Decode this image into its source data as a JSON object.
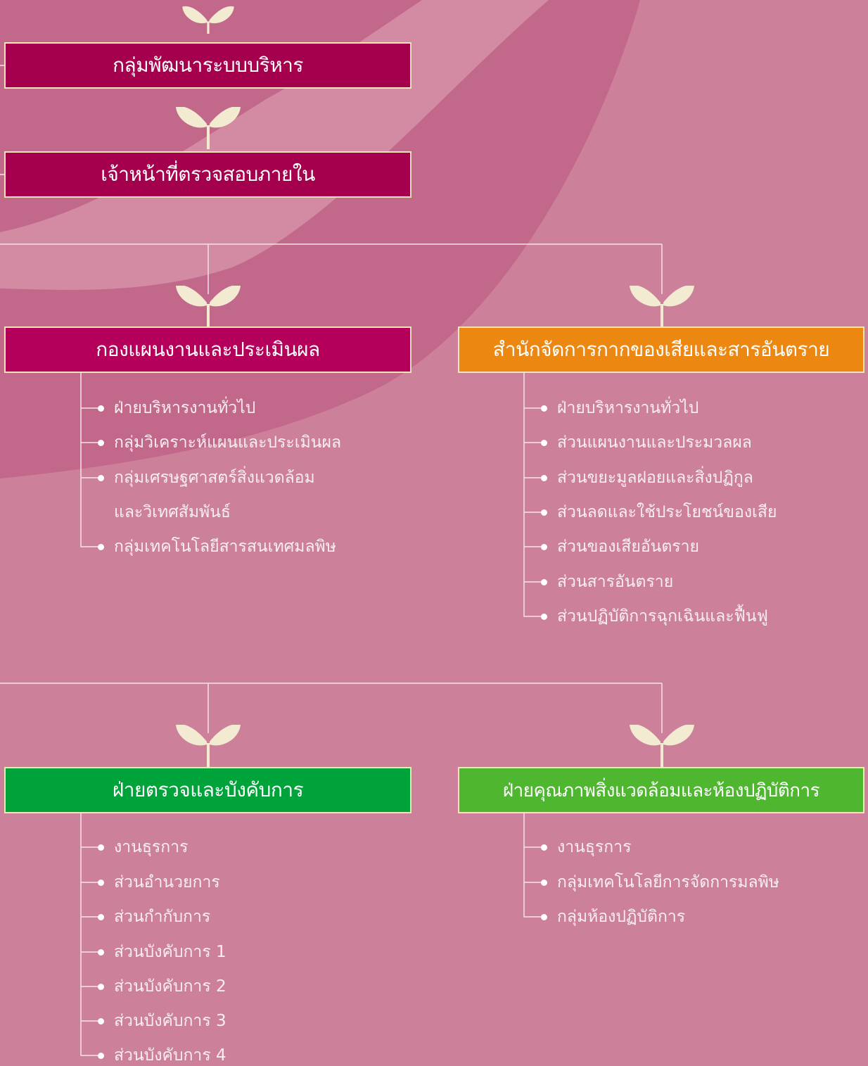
{
  "colors": {
    "background": "#cd8099",
    "swoosh_dark": "#c2688a",
    "swoosh_light": "#d38ba3",
    "box_maroon": "#a5004e",
    "box_magenta": "#b4005a",
    "box_orange": "#ec8811",
    "box_green": "#00a23a",
    "box_lime": "#4fb630",
    "sprout": "#f3ead2",
    "line": "#f3e3ea"
  },
  "icons": [
    "sprout-icon"
  ],
  "units": {
    "admin_development": {
      "title": "กลุ่มพัฒนาระบบบริหาร"
    },
    "internal_audit": {
      "title": "เจ้าหน้าที่ตรวจสอบภายใน"
    },
    "plan_eval": {
      "title": "กองแผนงานและประเมินผล",
      "items": [
        "ฝ่ายบริหารงานทั่วไป",
        "กลุ่มวิเคราะห์แผนและประเมินผล",
        "กลุ่มเศรษฐศาสตร์สิ่งแวดล้อม",
        "กลุ่มเทคโนโลยีสารสนเทศมลพิษ"
      ],
      "item_continuation": "และวิเทศสัมพันธ์"
    },
    "waste_hazard": {
      "title": "สำนักจัดการกากของเสียและสารอันตราย",
      "items": [
        "ฝ่ายบริหารงานทั่วไป",
        "ส่วนแผนงานและประมวลผล",
        "ส่วนขยะมูลฝอยและสิ่งปฏิกูล",
        "ส่วนลดและใช้ประโยชน์ของเสีย",
        "ส่วนของเสียอันตราย",
        "ส่วนสารอันตราย",
        "ส่วนปฏิบัติการฉุกเฉินและฟื้นฟู"
      ]
    },
    "inspection": {
      "title": "ฝ่ายตรวจและบังคับการ",
      "items": [
        "งานธุรการ",
        "ส่วนอำนวยการ",
        "ส่วนกำกับการ",
        "ส่วนบังคับการ 1",
        "ส่วนบังคับการ 2",
        "ส่วนบังคับการ 3",
        "ส่วนบังคับการ 4"
      ]
    },
    "env_quality_lab": {
      "title": "ฝ่ายคุณภาพสิ่งแวดล้อมและห้องปฏิบัติการ",
      "items": [
        "งานธุรการ",
        "กลุ่มเทคโนโลยีการจัดการมลพิษ",
        "กลุ่มห้องปฏิบัติการ"
      ]
    }
  }
}
